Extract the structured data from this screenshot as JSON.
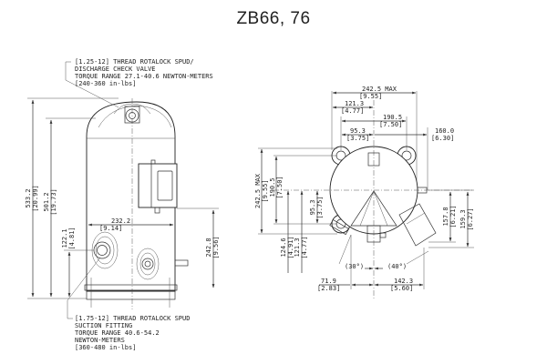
{
  "title": "ZB66, 76",
  "notes": {
    "discharge": [
      "[1.25-12] THREAD ROTALOCK SPUD/",
      "DISCHARGE CHECK VALVE",
      "TORQUE RANGE 27.1-40.6 NEWTON-METERS",
      "[240-360 in-lbs]"
    ],
    "suction": [
      "[1.75-12] THREAD ROTALOCK SPUD",
      "SUCTION FITTING",
      "TORQUE RANGE 40.6-54.2",
      "NEWTON-METERS",
      "[360-480 in-lbs]"
    ]
  },
  "side_view": {
    "overall_height": {
      "mm": "533.2",
      "in": "[20.99]"
    },
    "shell_height": {
      "mm": "501.2",
      "in": "[19.73]"
    },
    "suction_height": {
      "mm": "122.1",
      "in": "[4.81]"
    },
    "width": {
      "mm": "232.2",
      "in": "[9.14]"
    },
    "terminal_height": {
      "mm": "242.8",
      "in": "[9.56]"
    }
  },
  "top_view": {
    "overall_width": {
      "mm": "242.5 MAX",
      "in": "[9.55]"
    },
    "half_width_a": {
      "mm": "121.3",
      "in": "[4.77]"
    },
    "mount_span": {
      "mm": "190.5",
      "in": "[7.50]"
    },
    "mount_half": {
      "mm": "95.3",
      "in": "[3.75]"
    },
    "radius_right": {
      "mm": "160.0",
      "in": "[6.30]"
    },
    "overall_depth": {
      "mm": "242.5 MAX",
      "in": "[9.55]"
    },
    "mount_span_v": {
      "mm": "190.5",
      "in": "[7.50]"
    },
    "mount_half_v": {
      "mm": "95.3",
      "in": "[3.75]"
    },
    "dim_124": {
      "mm": "124.6",
      "in": "[4.91]"
    },
    "dim_121": {
      "mm": "121.3",
      "in": "[4.77]"
    },
    "dim_157": {
      "mm": "157.8",
      "in": "[6.21]"
    },
    "dim_159": {
      "mm": "159.3",
      "in": "[6.27]"
    },
    "angle_left": "(30°)",
    "angle_right": "(40°)",
    "bottom_left": {
      "mm": "71.9",
      "in": "[2.83]"
    },
    "bottom_right": {
      "mm": "142.3",
      "in": "[5.60]"
    }
  }
}
